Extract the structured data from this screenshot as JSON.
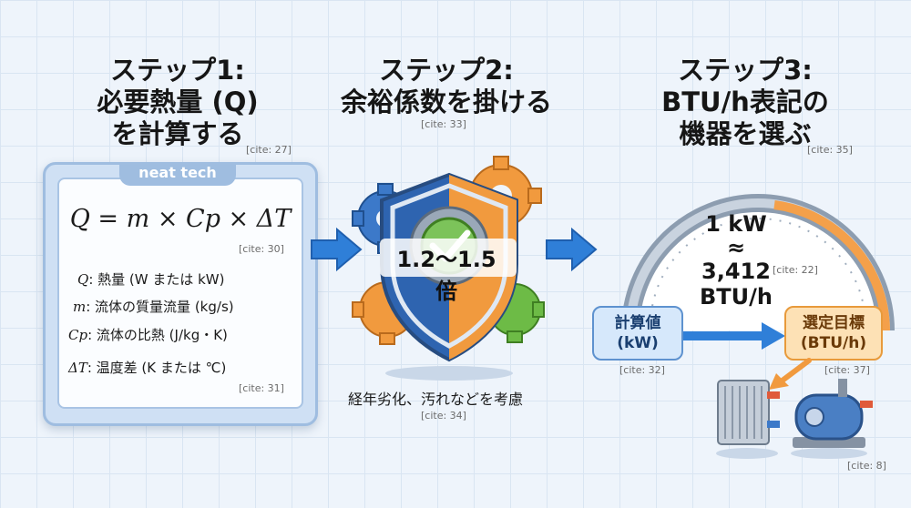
{
  "steps": [
    {
      "title_line1": "ステップ1:",
      "title_line2": "必要熱量 (Q)",
      "title_line3": "を計算する",
      "cite": "[cite: 27]"
    },
    {
      "title_line1": "ステップ2:",
      "title_line2": "余裕係数を掛ける",
      "cite": "[cite: 33]"
    },
    {
      "title_line1": "ステップ3:",
      "title_line2": "BTU/h表記の",
      "title_line3": "機器を選ぶ",
      "cite": "[cite: 35]"
    }
  ],
  "step1": {
    "brand": "neat tech",
    "formula": "Q = m × Cp × ΔT",
    "formula_cite": "[cite: 30]",
    "variables": [
      {
        "symbol": "Q",
        "text": ": 熱量 (W または kW)"
      },
      {
        "symbol": "m",
        "text": ": 流体の質量流量 (kg/s)"
      },
      {
        "symbol": "Cp",
        "text": ": 流体の比熱 (J/kg・K)"
      },
      {
        "symbol": "ΔT",
        "text": ": 温度差 (K または ℃)"
      }
    ],
    "variables_cite": "[cite: 31]"
  },
  "step2": {
    "factor": "1.2〜1.5倍",
    "note": "経年劣化、汚れなどを考慮",
    "note_cite": "[cite: 34]"
  },
  "step3": {
    "conv_line1": "1 kW",
    "conv_line2": "≈",
    "conv_line3": "3,412",
    "conv_line4": "BTU/h",
    "conv_cite": "[cite: 22]",
    "calc_label_line1": "計算値",
    "calc_label_line2": "(kW)",
    "calc_cite": "[cite: 32]",
    "target_label_line1": "選定目標",
    "target_label_line2": "(BTU/h)",
    "target_cite": "[cite: 37]",
    "equipment_cite": "[cite: 8]"
  },
  "colors": {
    "arrow_blue": "#2f7fd8",
    "gear_orange": "#f19a3e",
    "gear_blue": "#3c79c9",
    "shield_green": "#6dbb46",
    "gauge_orange": "#f4a04a"
  }
}
